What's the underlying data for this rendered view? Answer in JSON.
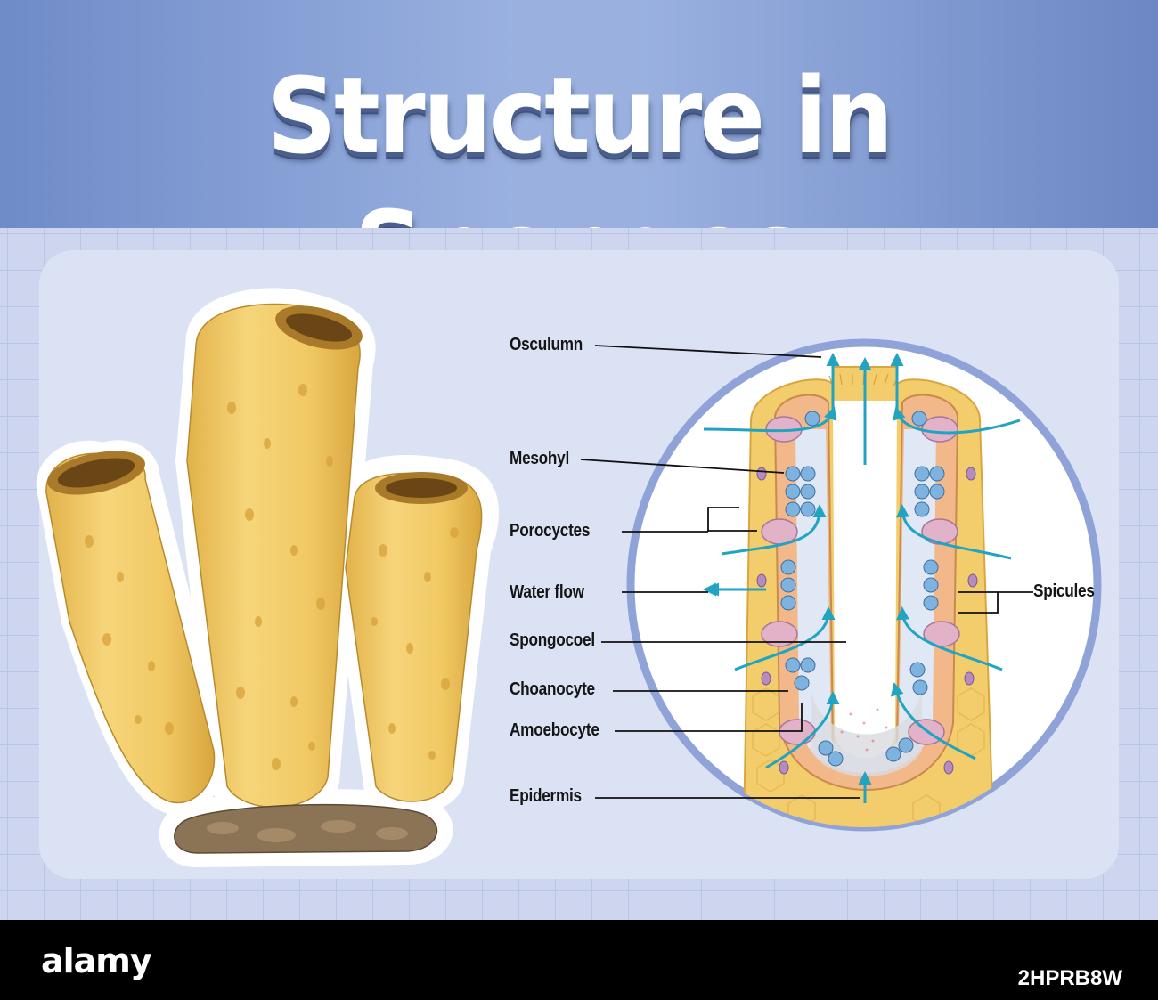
{
  "title": "Structure in Sponges",
  "labels": {
    "osculum": "Osculumn",
    "mesohyl": "Mesohyl",
    "porocytes": "Porocyctes",
    "water_flow": "Water flow",
    "spongocoel": "Spongocoel",
    "choanocyte": "Choanocyte",
    "amoebocyte": "Amoebocyte",
    "epidermis": "Epidermis",
    "spicules": "Spicules"
  },
  "footer": {
    "brand": "alamy",
    "image_id": "2HPRB8W"
  },
  "colors": {
    "header_blue": "#8aa3d8",
    "sponge_yellow": "#f3cd6b",
    "water_arrow": "#21a4c2",
    "choanocyte_blue": "#7eb3e0",
    "lens_ring": "#8fa3d8"
  }
}
